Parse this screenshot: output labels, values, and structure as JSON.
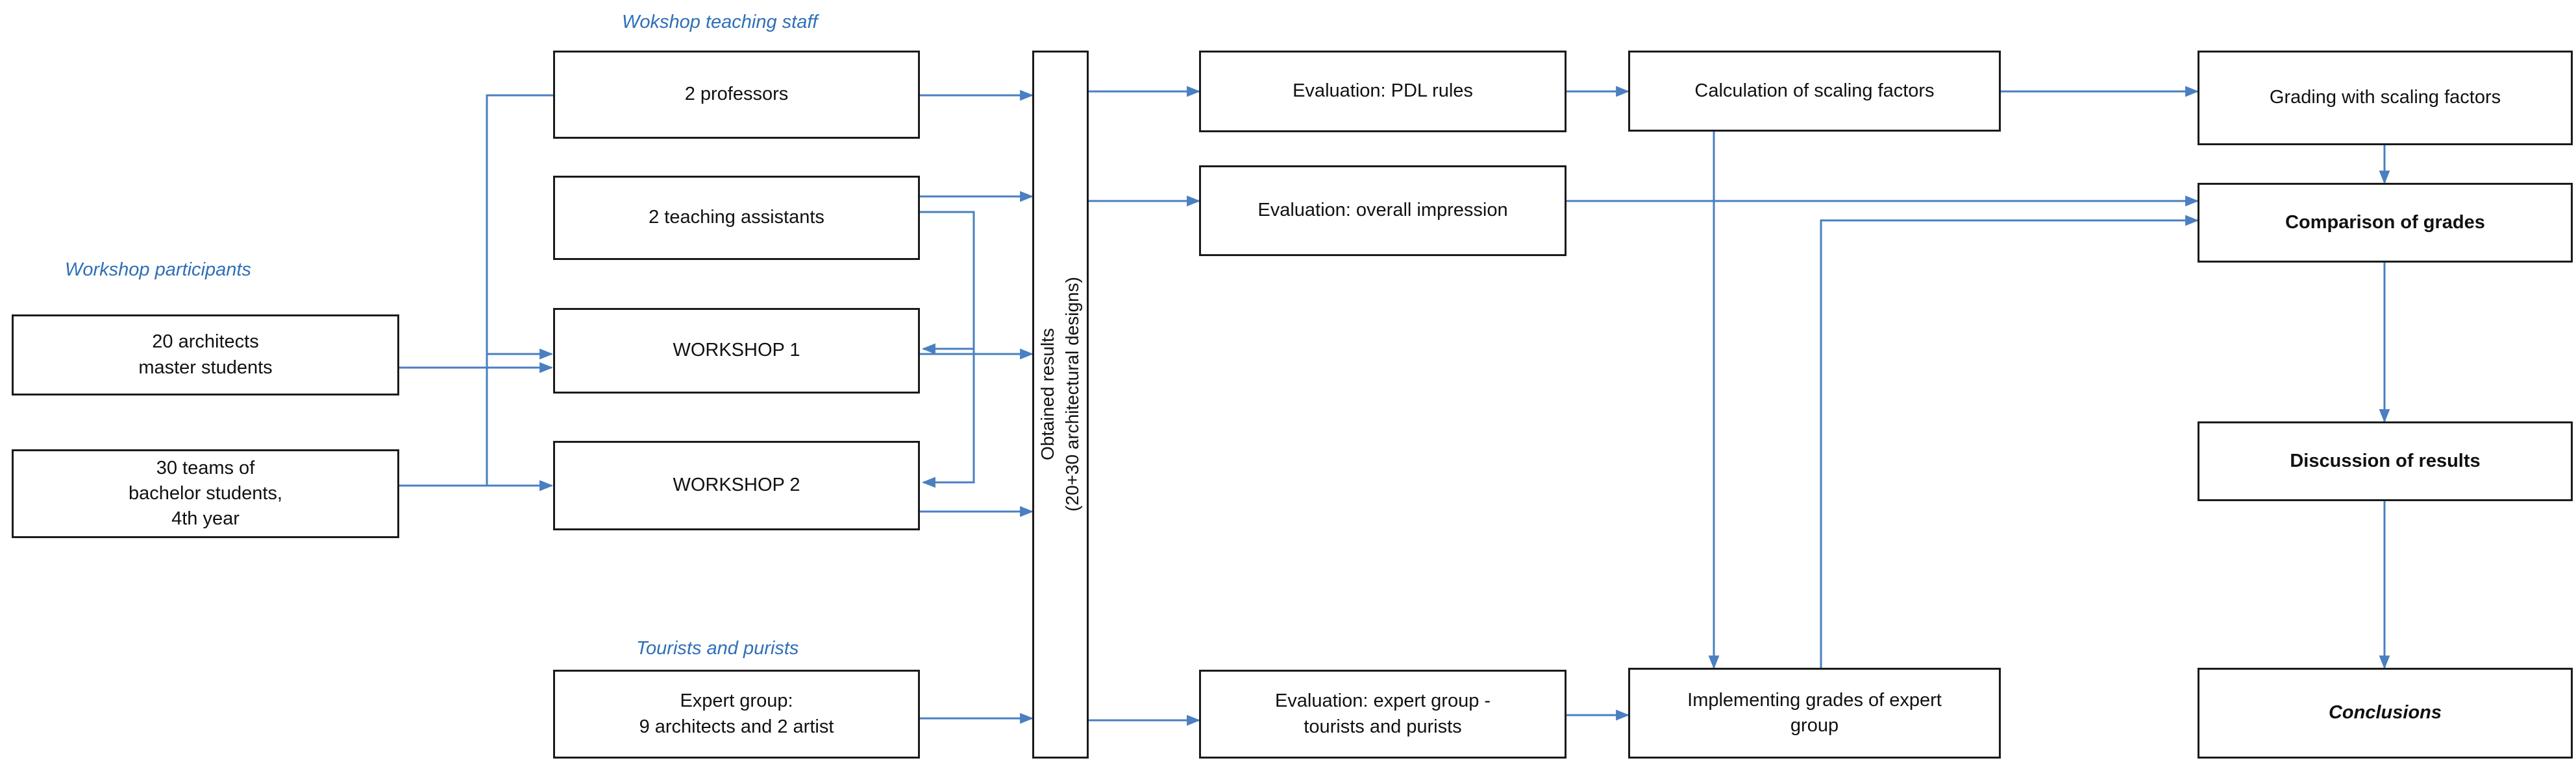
{
  "group_labels": {
    "teaching_staff": "Wokshop teaching staff",
    "participants": "Workshop participants",
    "tourists": "Tourists and purists"
  },
  "boxes": {
    "architects": "20 architects\nmaster students",
    "bachelor": "30 teams of\nbachelor students,\n4th year",
    "professors": "2 professors",
    "assistants": "2 teaching assistants",
    "workshop1": "WORKSHOP 1",
    "workshop2": "WORKSHOP 2",
    "expert_group": "Expert group:\n9 architects and 2 artist",
    "eval_pdl": "Evaluation: PDL rules",
    "eval_overall": "Evaluation: overall impression",
    "eval_expert": "Evaluation: expert group -\ntourists and purists",
    "calc_scaling": "Calculation of scaling factors",
    "implementing": "Implementing grades of expert\ngroup",
    "grading": "Grading with scaling factors",
    "comparison": "Comparison of grades",
    "discussion": "Discussion of results",
    "conclusions": "Conclusions"
  },
  "results_label": {
    "line1": "Obtained results",
    "line2": "(20+30 architectural designs)"
  },
  "colors": {
    "arrow": "#4a7fc1",
    "group_label": "#2f6fb8",
    "box_border": "#1a1a1a"
  }
}
